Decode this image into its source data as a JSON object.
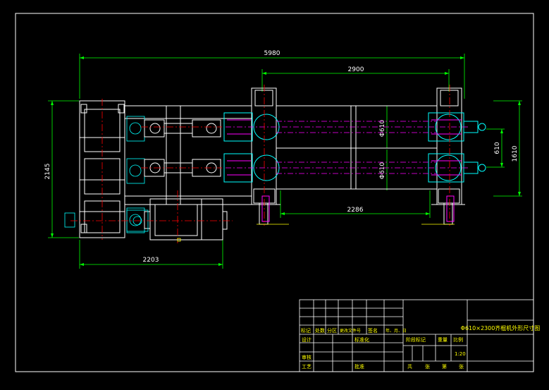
{
  "drawing": {
    "dimensions": {
      "overall_length": "5980",
      "roll_span": "2900",
      "left_width": "2145",
      "motor_base": "2203",
      "roll_face": "2286",
      "roll_dia_1": "Φ610",
      "roll_dia_2": "Φ610",
      "right_small": "610",
      "right_large": "1610"
    },
    "title_block": {
      "drawing_name": "Φ610×2300齐棍机外形尺寸图",
      "scale_label": "比例",
      "scale_value": "1:20",
      "weight_label": "重量",
      "stage_label": "阶段标记",
      "rev_labels": [
        "标记",
        "处数",
        "分区",
        "更改文件号",
        "签名",
        "年、月、日"
      ],
      "role_design": "设计",
      "role_std": "标准化",
      "role_review": "审核",
      "role_process": "工艺",
      "role_approve": "批准",
      "sheet_row": [
        "共",
        "张",
        "第",
        "张"
      ]
    },
    "colors": {
      "frame": "#ffffff",
      "outline": "#ffffff",
      "dim": "#00ff00",
      "center": "#ff0000",
      "axis": "#ff00ff",
      "detail": "#00ffff",
      "highlight": "#ffff00"
    }
  }
}
